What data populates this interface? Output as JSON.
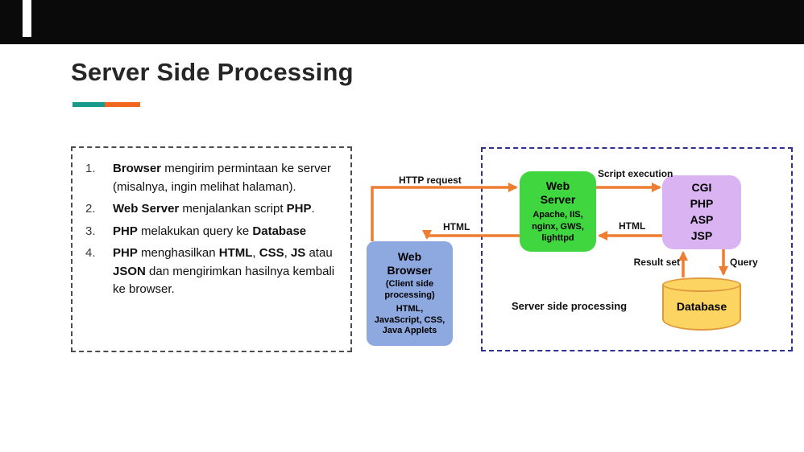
{
  "slide": {
    "title": "Server Side Processing"
  },
  "steps": {
    "items": [
      {
        "number": "1.",
        "segments": [
          {
            "text": "Browser",
            "bold": true
          },
          {
            "text": " mengirim permintaan ke server (misalnya, ingin melihat halaman).",
            "bold": false
          }
        ]
      },
      {
        "number": "2.",
        "segments": [
          {
            "text": "Web Server",
            "bold": true
          },
          {
            "text": " menjalankan script ",
            "bold": false
          },
          {
            "text": "PHP",
            "bold": true
          },
          {
            "text": ".",
            "bold": false
          }
        ]
      },
      {
        "number": "3.",
        "segments": [
          {
            "text": "PHP",
            "bold": true
          },
          {
            "text": " melakukan query ke ",
            "bold": false
          },
          {
            "text": "Database",
            "bold": true
          }
        ]
      },
      {
        "number": "4.",
        "segments": [
          {
            "text": "PHP",
            "bold": true
          },
          {
            "text": " menghasilkan ",
            "bold": false
          },
          {
            "text": "HTML",
            "bold": true
          },
          {
            "text": ", ",
            "bold": false
          },
          {
            "text": "CSS",
            "bold": true
          },
          {
            "text": ", ",
            "bold": false
          },
          {
            "text": "JS",
            "bold": true
          },
          {
            "text": " atau ",
            "bold": false
          },
          {
            "text": "JSON",
            "bold": true
          },
          {
            "text": " dan mengirimkan hasilnya kembali ke browser.",
            "bold": false
          }
        ]
      }
    ]
  },
  "diagram": {
    "browser": {
      "title": "Web Browser",
      "subtitle": "(Client side processing)",
      "body": "HTML, JavaScript, CSS, Java Applets"
    },
    "web_server": {
      "title": "Web Server",
      "subtitle": "Apache, IIS, nginx, GWS, lighttpd"
    },
    "cgi": {
      "lines": [
        "CGI",
        "PHP",
        "ASP",
        "JSP"
      ]
    },
    "database": {
      "label": "Database"
    },
    "labels": {
      "http_request": "HTTP request",
      "script_execution": "Script execution",
      "html_to_browser": "HTML",
      "html_to_server": "HTML",
      "result_set": "Result set",
      "query": "Query",
      "caption": "Server side processing"
    }
  },
  "colors": {
    "accent_teal": "#1a9a8c",
    "accent_orange": "#f2661f",
    "arrow_orange": "#ed7d31",
    "green_box": "#3fd63f",
    "purple_box": "#d9b3f2",
    "blue_box": "#8ea9e0",
    "db_yellow": "#fcd462",
    "db_border": "#e09a3e",
    "frame_navy": "#2e3192"
  }
}
